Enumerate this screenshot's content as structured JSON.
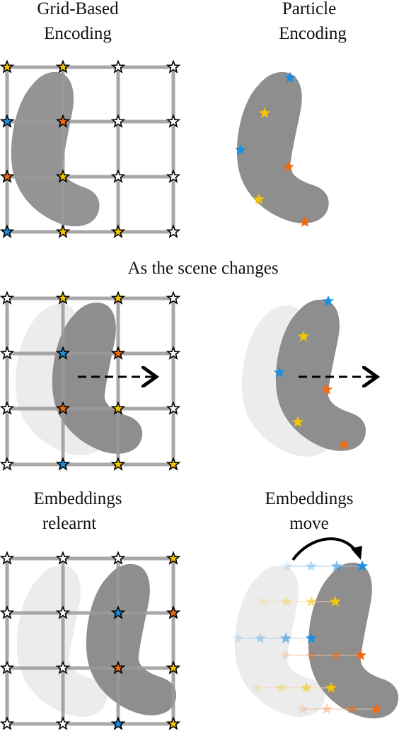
{
  "labels": {
    "grid_title_1": "Grid-Based",
    "grid_title_2": "Encoding",
    "particle_title_1": "Particle",
    "particle_title_2": "Encoding",
    "middle_title": "As the scene changes",
    "relearn_title_1": "Embeddings",
    "relearn_title_2": "relearnt",
    "move_title_1": "Embeddings",
    "move_title_2": "move"
  },
  "colors": {
    "blob_dark": "#8e8e8e",
    "blob_light": "#ececec",
    "grid_line": "#9a9a9a",
    "star_blue": "#1a8fe0",
    "star_yellow": "#f5c400",
    "star_orange": "#f06a10",
    "star_white": "#ffffff",
    "arrow": "#000000"
  },
  "icons": {
    "star": "star-icon",
    "arrow_dashed": "dashed-arrow-icon",
    "arrow_curved": "curved-arrow-icon"
  }
}
